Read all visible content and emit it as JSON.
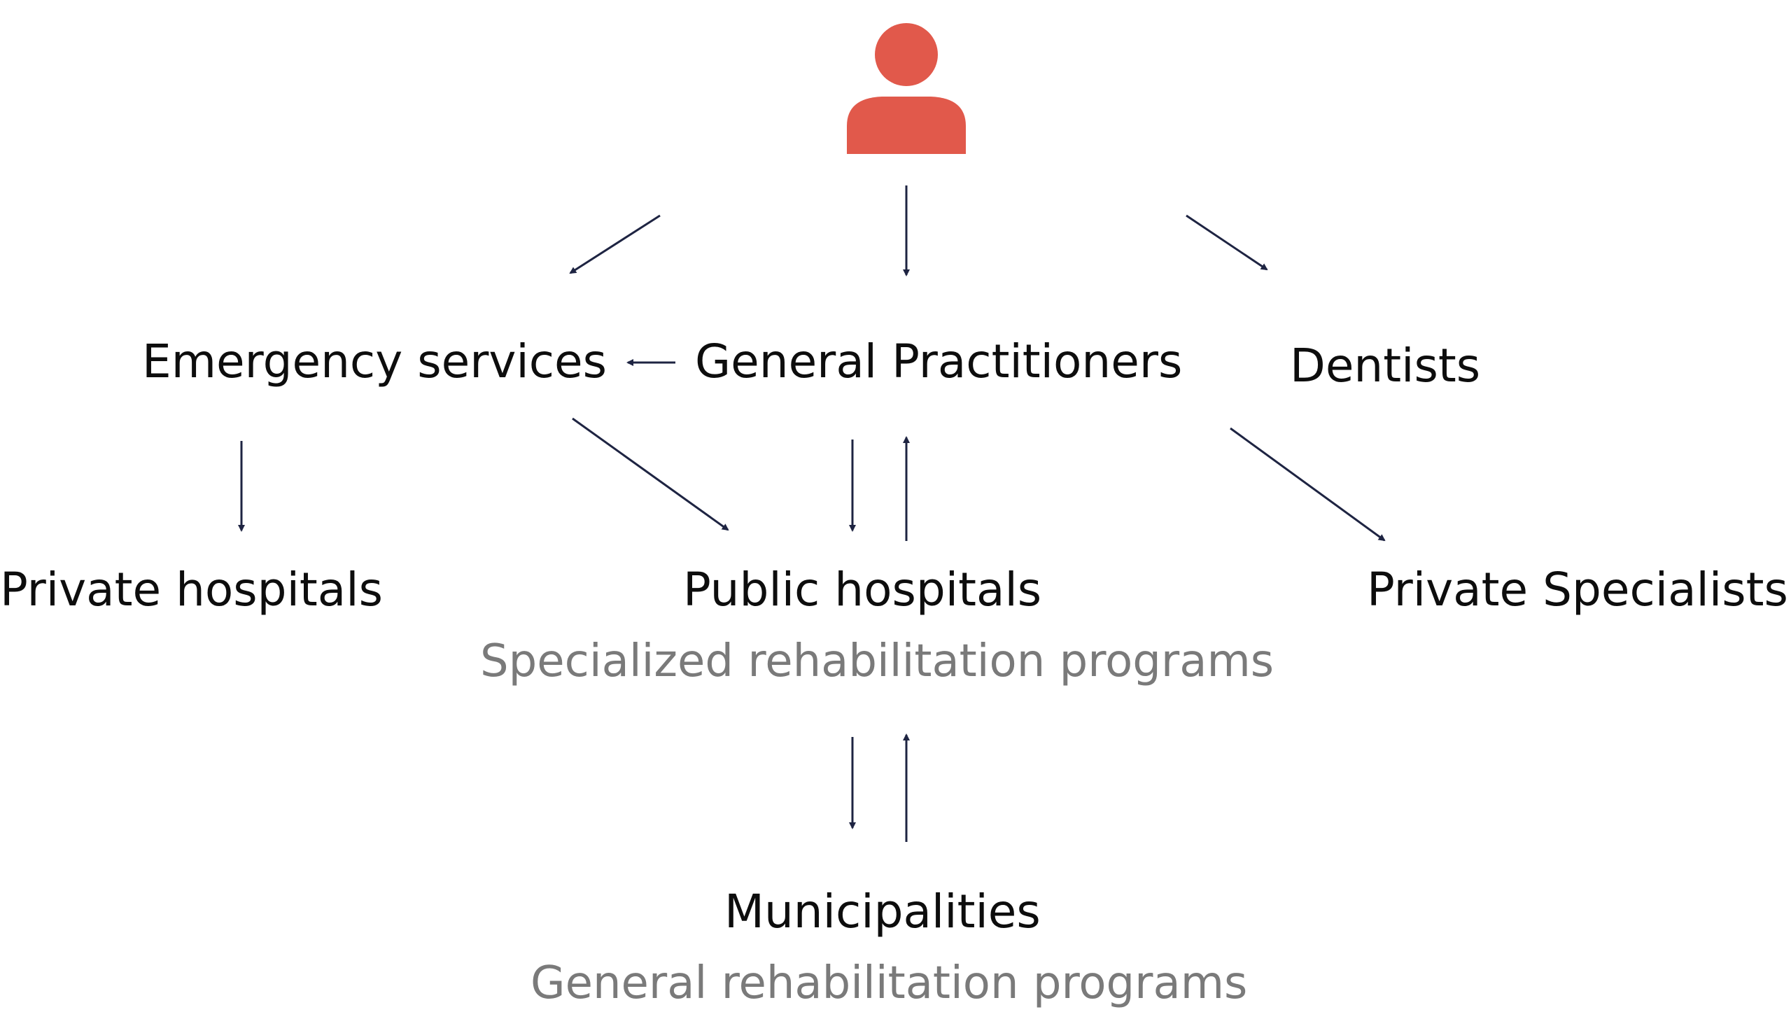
{
  "person": {
    "icon": "person-icon",
    "color": "#e1594b"
  },
  "arrow_color": "#1e2442",
  "nodes": {
    "emergency": "Emergency services",
    "gp": "General Practitioners",
    "dentists": "Dentists",
    "private_hospitals": "Private hospitals",
    "public_hospitals": "Public hospitals",
    "public_hospitals_sub": "Specialized rehabilitation programs",
    "private_specialists": "Private Specialists",
    "municipalities": "Municipalities",
    "municipalities_sub": "General rehabilitation programs"
  }
}
